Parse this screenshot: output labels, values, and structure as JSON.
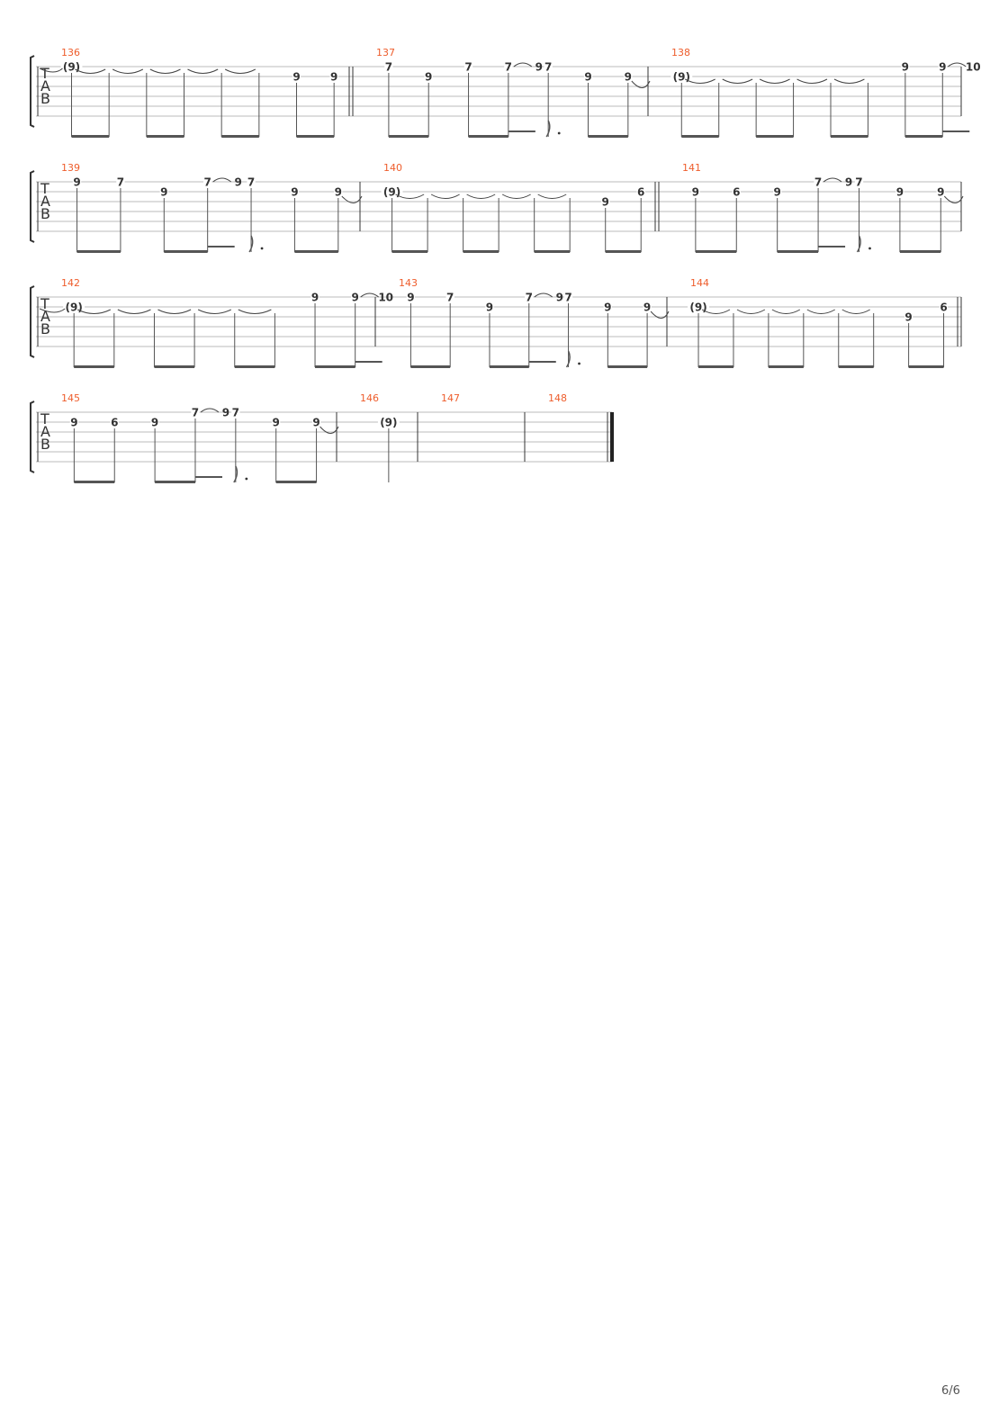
{
  "page": {
    "page_number": "6/6"
  },
  "clef_letters": [
    "T",
    "A",
    "B"
  ],
  "systems": [
    {
      "measures": [
        {
          "number": "136",
          "notes": [
            {
              "fret": "(9)",
              "string": 1,
              "tie_in": true,
              "tie_out": true
            },
            {
              "fret": "",
              "string": 1,
              "tie_out": true
            },
            {
              "fret": "",
              "string": 1,
              "tie_out": true
            },
            {
              "fret": "",
              "string": 1,
              "tie_out": true
            },
            {
              "fret": "",
              "string": 1,
              "tie_out": true
            },
            {
              "fret": "",
              "string": 1
            },
            {
              "fret": "9",
              "string": 2
            },
            {
              "fret": "9",
              "string": 2
            }
          ]
        },
        {
          "number": "137",
          "notes": [
            {
              "fret": "7",
              "string": 1
            },
            {
              "fret": "9",
              "string": 2
            },
            {
              "fret": "7",
              "string": 1
            },
            {
              "fret": "7",
              "string": 1,
              "slide_to": "9"
            },
            {
              "fret": "7",
              "string": 1,
              "rest": true
            },
            {
              "fret": "9",
              "string": 2
            },
            {
              "fret": "9",
              "string": 2,
              "tie_out": true
            }
          ]
        },
        {
          "number": "138",
          "notes": [
            {
              "fret": "(9)",
              "string": 2,
              "tie_out": true
            },
            {
              "fret": "",
              "string": 2,
              "tie_out": true
            },
            {
              "fret": "",
              "string": 2,
              "tie_out": true
            },
            {
              "fret": "",
              "string": 2,
              "tie_out": true
            },
            {
              "fret": "",
              "string": 2,
              "tie_out": true
            },
            {
              "fret": "",
              "string": 2
            },
            {
              "fret": "9",
              "string": 1
            },
            {
              "fret": "9",
              "string": 1,
              "slide_to": "10"
            }
          ]
        }
      ]
    },
    {
      "measures": [
        {
          "number": "139",
          "notes": [
            {
              "fret": "9",
              "string": 1
            },
            {
              "fret": "7",
              "string": 1
            },
            {
              "fret": "9",
              "string": 2
            },
            {
              "fret": "7",
              "string": 1,
              "slide_to": "9"
            },
            {
              "fret": "7",
              "string": 1,
              "rest": true
            },
            {
              "fret": "9",
              "string": 2
            },
            {
              "fret": "9",
              "string": 2,
              "tie_out": true
            }
          ]
        },
        {
          "number": "140",
          "notes": [
            {
              "fret": "(9)",
              "string": 2,
              "tie_out": true
            },
            {
              "fret": "",
              "string": 2,
              "tie_out": true
            },
            {
              "fret": "",
              "string": 2,
              "tie_out": true
            },
            {
              "fret": "",
              "string": 2,
              "tie_out": true
            },
            {
              "fret": "",
              "string": 2,
              "tie_out": true
            },
            {
              "fret": "",
              "string": 2
            },
            {
              "fret": "9",
              "string": 3
            },
            {
              "fret": "6",
              "string": 2
            }
          ]
        },
        {
          "number": "141",
          "notes": [
            {
              "fret": "9",
              "string": 2
            },
            {
              "fret": "6",
              "string": 2
            },
            {
              "fret": "9",
              "string": 2
            },
            {
              "fret": "7",
              "string": 1,
              "slide_to": "9"
            },
            {
              "fret": "7",
              "string": 1,
              "rest": true
            },
            {
              "fret": "9",
              "string": 2
            },
            {
              "fret": "9",
              "string": 2,
              "tie_out": true
            }
          ]
        }
      ]
    },
    {
      "measures": [
        {
          "number": "142",
          "notes": [
            {
              "fret": "(9)",
              "string": 2,
              "tie_in": true,
              "tie_out": true
            },
            {
              "fret": "",
              "string": 2,
              "tie_out": true
            },
            {
              "fret": "",
              "string": 2,
              "tie_out": true
            },
            {
              "fret": "",
              "string": 2,
              "tie_out": true
            },
            {
              "fret": "",
              "string": 2,
              "tie_out": true
            },
            {
              "fret": "",
              "string": 2
            },
            {
              "fret": "9",
              "string": 1
            },
            {
              "fret": "9",
              "string": 1,
              "slide_to": "10"
            }
          ]
        },
        {
          "number": "143",
          "notes": [
            {
              "fret": "9",
              "string": 1
            },
            {
              "fret": "7",
              "string": 1
            },
            {
              "fret": "9",
              "string": 2
            },
            {
              "fret": "7",
              "string": 1,
              "slide_to": "9"
            },
            {
              "fret": "7",
              "string": 1,
              "rest": true
            },
            {
              "fret": "9",
              "string": 2
            },
            {
              "fret": "9",
              "string": 2,
              "tie_out": true
            }
          ]
        },
        {
          "number": "144",
          "notes": [
            {
              "fret": "(9)",
              "string": 2,
              "tie_out": true
            },
            {
              "fret": "",
              "string": 2,
              "tie_out": true
            },
            {
              "fret": "",
              "string": 2,
              "tie_out": true
            },
            {
              "fret": "",
              "string": 2,
              "tie_out": true
            },
            {
              "fret": "",
              "string": 2,
              "tie_out": true
            },
            {
              "fret": "",
              "string": 2
            },
            {
              "fret": "9",
              "string": 3
            },
            {
              "fret": "6",
              "string": 2
            }
          ]
        }
      ]
    },
    {
      "measures": [
        {
          "number": "145",
          "notes": [
            {
              "fret": "9",
              "string": 2
            },
            {
              "fret": "6",
              "string": 2
            },
            {
              "fret": "9",
              "string": 2
            },
            {
              "fret": "7",
              "string": 1,
              "slide_to": "9"
            },
            {
              "fret": "7",
              "string": 1,
              "rest": true
            },
            {
              "fret": "9",
              "string": 2
            },
            {
              "fret": "9",
              "string": 2,
              "tie_out": true
            }
          ]
        },
        {
          "number": "146",
          "notes": [
            {
              "fret": "(9)",
              "string": 2
            }
          ]
        },
        {
          "number": "147",
          "notes": []
        },
        {
          "number": "148",
          "notes": []
        }
      ]
    }
  ]
}
